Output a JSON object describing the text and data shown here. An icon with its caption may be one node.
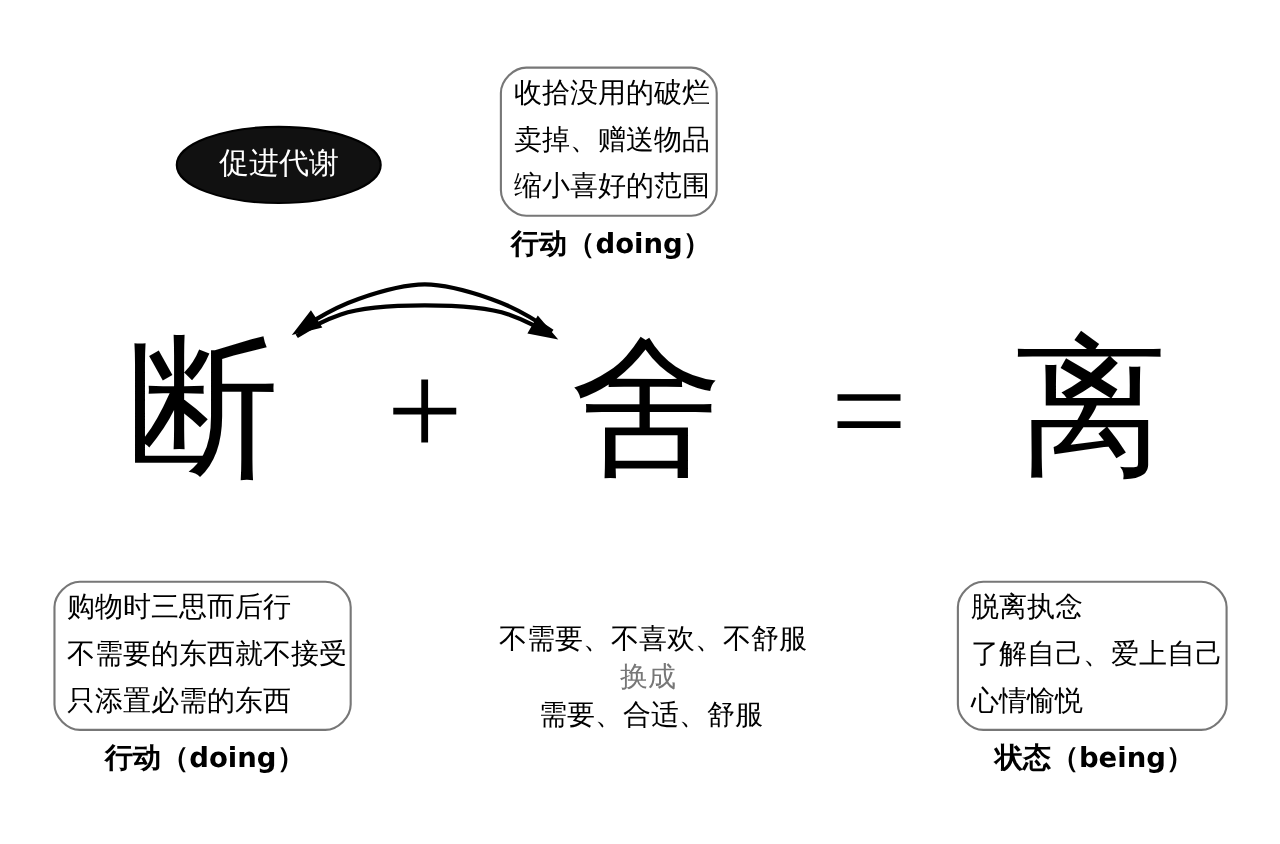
{
  "diagram": {
    "nodes": [
      {
        "text": [
          "断"
        ]
      },
      {
        "text": [
          "舍"
        ]
      },
      {
        "text": [
          "离"
        ]
      },
      {
        "text": [
          "促进代谢"
        ]
      },
      {
        "text": [
          "收拾没用的破烂",
          "卖掉、赠送物品",
          "缩小喜好的范围"
        ],
        "beside": [
          "行动（doing）"
        ]
      },
      {
        "text": [
          "购物时三思而后行",
          "不需要的东西就不接受",
          "只添置必需的东西"
        ],
        "beside": [
          "行动（doing）"
        ]
      },
      {
        "text": [
          "脱离执念",
          "了解自己、爱上自己",
          "心情愉悦"
        ],
        "beside": [
          "状态（being）"
        ]
      }
    ],
    "edges": [
      {
        "from": 0,
        "to": 1,
        "arrow": "to"
      },
      {
        "from": 1,
        "to": 0,
        "arrow": "to"
      }
    ],
    "labels": [
      "+",
      "=",
      "不需要、不喜欢、不舒服",
      "换成",
      "需要、合适、舒服"
    ]
  }
}
